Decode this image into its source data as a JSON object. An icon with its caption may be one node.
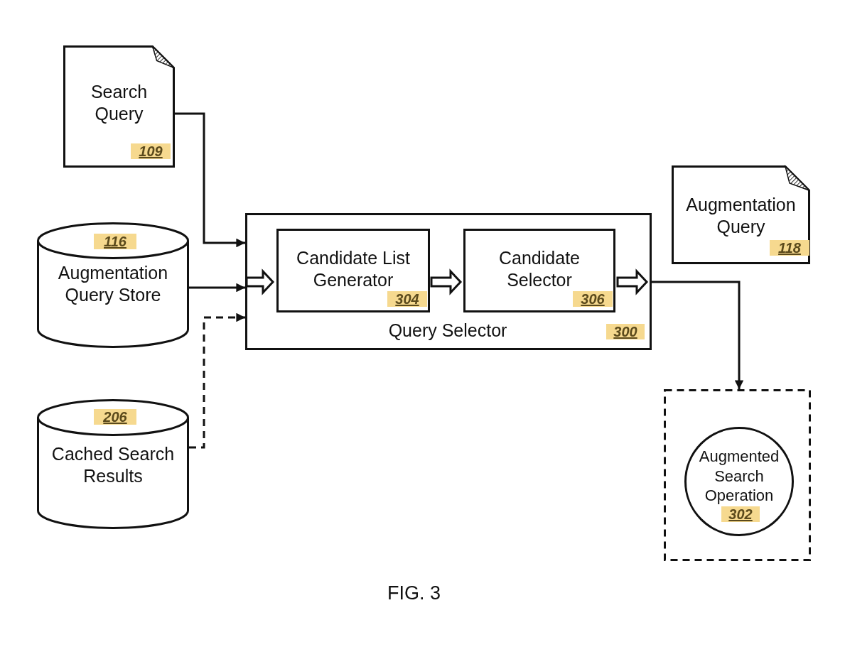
{
  "diagram": {
    "caption": "FIG. 3",
    "nodes": [
      {
        "text": [
          "Search Query",
          "109"
        ]
      },
      {
        "text": [
          "116",
          "Augmentation Query Store"
        ]
      },
      {
        "text": [
          "206",
          "Cached Search Results"
        ]
      },
      {
        "text": [
          "Query Selector",
          "300"
        ]
      },
      {
        "text": [
          "Candidate List Generator",
          "304"
        ],
        "in": 3
      },
      {
        "text": [
          "Candidate Selector",
          "306"
        ],
        "in": 3
      },
      {
        "text": [
          "Augmentation Query",
          "118"
        ]
      },
      {
        "text": [],
        "shape": "box"
      },
      {
        "text": [
          "Augmented Search Operation",
          "302"
        ],
        "in": 7
      }
    ],
    "edges": [
      {
        "from": 0,
        "to": 3,
        "arrow": "to"
      },
      {
        "from": 1,
        "to": 3,
        "arrow": "to"
      },
      {
        "from": 2,
        "to": 3,
        "arrow": "to",
        "style": "dashed"
      },
      {
        "from": 3,
        "to": 4,
        "arrow": "to",
        "style": "thick"
      },
      {
        "from": 4,
        "to": 5,
        "arrow": "to",
        "style": "thick"
      },
      {
        "from": 5,
        "to": 3,
        "arrow": "to",
        "style": "thick"
      },
      {
        "from": 3,
        "to": 7,
        "arrow": "to"
      }
    ]
  }
}
